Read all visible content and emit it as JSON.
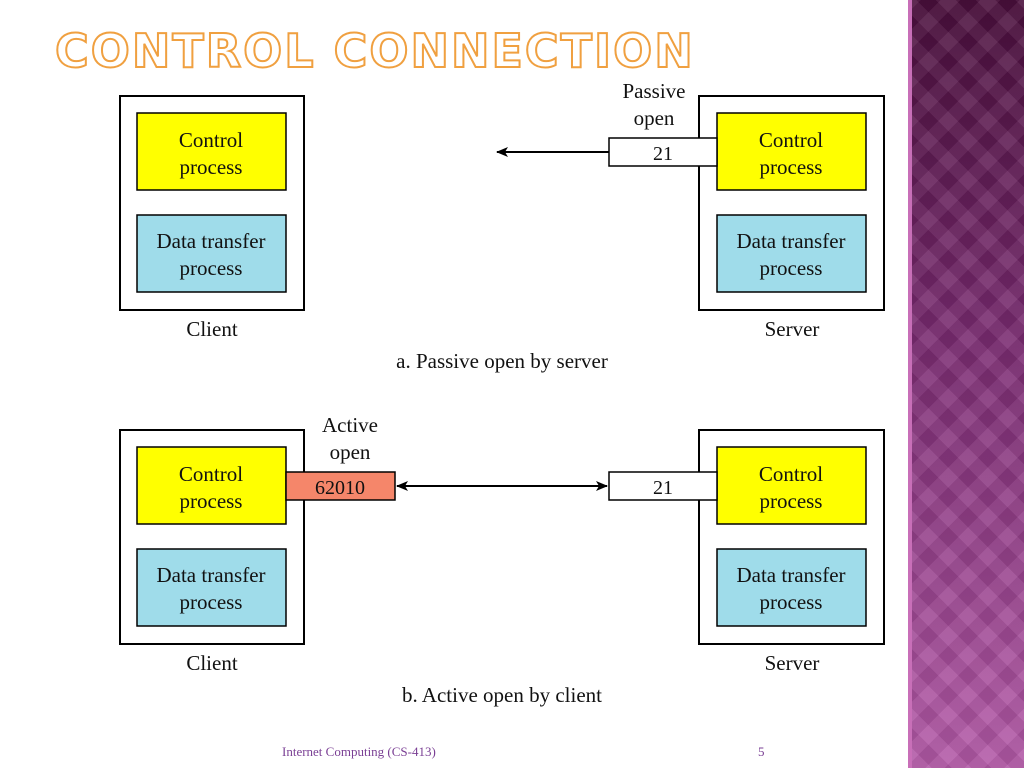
{
  "slide": {
    "title": "Control Connection",
    "footer": "Internet Computing (CS-413)",
    "page_number": "5"
  },
  "diagram": {
    "panel_a": {
      "caption": "a. Passive open by server",
      "client": {
        "name": "Client",
        "control_l1": "Control",
        "control_l2": "process",
        "data_l1": "Data transfer",
        "data_l2": "process"
      },
      "server": {
        "name": "Server",
        "control_l1": "Control",
        "control_l2": "process",
        "data_l1": "Data transfer",
        "data_l2": "process"
      },
      "open_label_l1": "Passive",
      "open_label_l2": "open",
      "server_port": "21"
    },
    "panel_b": {
      "caption": "b. Active open by client",
      "client": {
        "name": "Client",
        "control_l1": "Control",
        "control_l2": "process",
        "data_l1": "Data transfer",
        "data_l2": "process"
      },
      "server": {
        "name": "Server",
        "control_l1": "Control",
        "control_l2": "process",
        "data_l1": "Data transfer",
        "data_l2": "process"
      },
      "open_label_l1": "Active",
      "open_label_l2": "open",
      "client_port": "62010",
      "server_port": "21"
    },
    "colors": {
      "control_process": "#ffff00",
      "data_transfer_process": "#9fdcea",
      "client_port": "#f5866a",
      "server_port": "#ffffff"
    }
  }
}
